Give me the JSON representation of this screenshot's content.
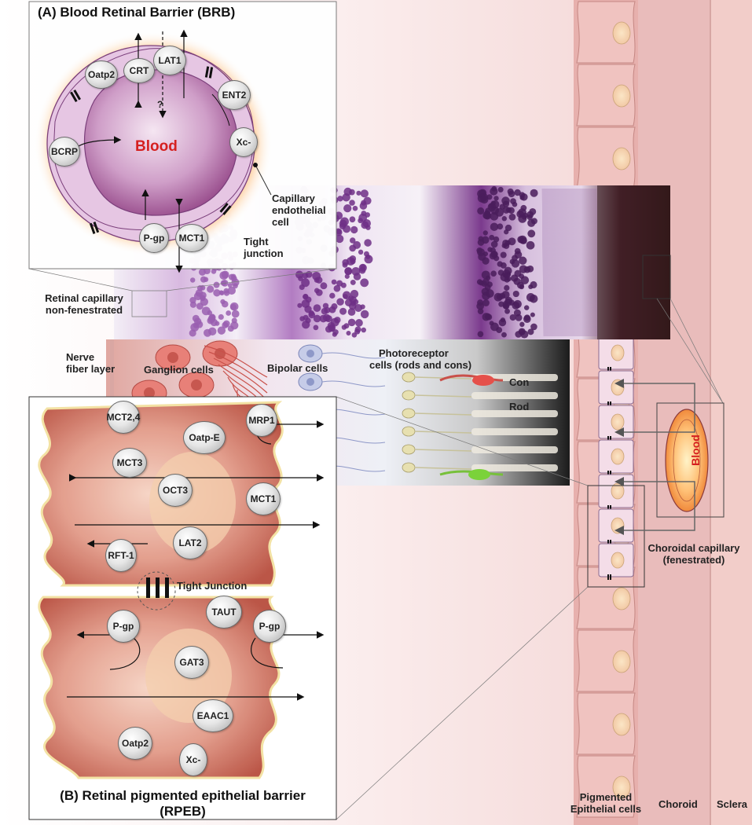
{
  "colors": {
    "blood_text": "#d52020",
    "vessel_wall": "#c99ac4",
    "vessel_lumen": "#b46fa4",
    "halo": "#ff9a33",
    "rpe_cell": "#d98070",
    "histology": "#8a3f9c",
    "choroid": "#e6b5b4",
    "sclera": "#f3cfcb"
  },
  "brb": {
    "title": "(A) Blood Retinal Barrier (BRB)",
    "blood": "Blood",
    "question": "?",
    "transporters": [
      "Oatp2",
      "CRT",
      "LAT1",
      "ENT2",
      "Xc-",
      "BCRP",
      "P-gp",
      "MCT1"
    ],
    "labels": {
      "capillary_endothelial_cell": [
        "Capillary",
        "endothelial",
        "cell"
      ],
      "tight_junction": [
        "Tight",
        "junction"
      ],
      "retinal_capillary": [
        "Retinal capillary",
        "non-fenestrated"
      ]
    }
  },
  "retina": {
    "nerve_fiber_layer": [
      "Nerve",
      "fiber layer"
    ],
    "ganglion_cells": "Ganglion cells",
    "bipolar_cells": "Bipolar cells",
    "photoreceptor_cells": [
      "Photoreceptor",
      "cells (rods and cons)"
    ],
    "con": "Con",
    "rod": "Rod"
  },
  "rpeb": {
    "title": [
      "(B) Retinal pigmented epithelial barrier",
      "(RPEB)"
    ],
    "tight_junction": "Tight Junction",
    "transporters": [
      "MCT2,4",
      "Oatp-E",
      "MRP1",
      "MCT3",
      "OCT3",
      "MCT1",
      "LAT2",
      "RFT-1",
      "TAUT",
      "P-gp",
      "P-gp",
      "GAT3",
      "EAAC1",
      "Oatp2",
      "Xc-"
    ]
  },
  "choroid_side": {
    "blood": "Blood",
    "choroidal_capillary": [
      "Choroidal capillary",
      "(fenestrated)"
    ],
    "pigmented_epithelial_cells": [
      "Pigmented",
      "Epithelial cells"
    ],
    "choroid": "Choroid",
    "sclera": "Sclera"
  }
}
